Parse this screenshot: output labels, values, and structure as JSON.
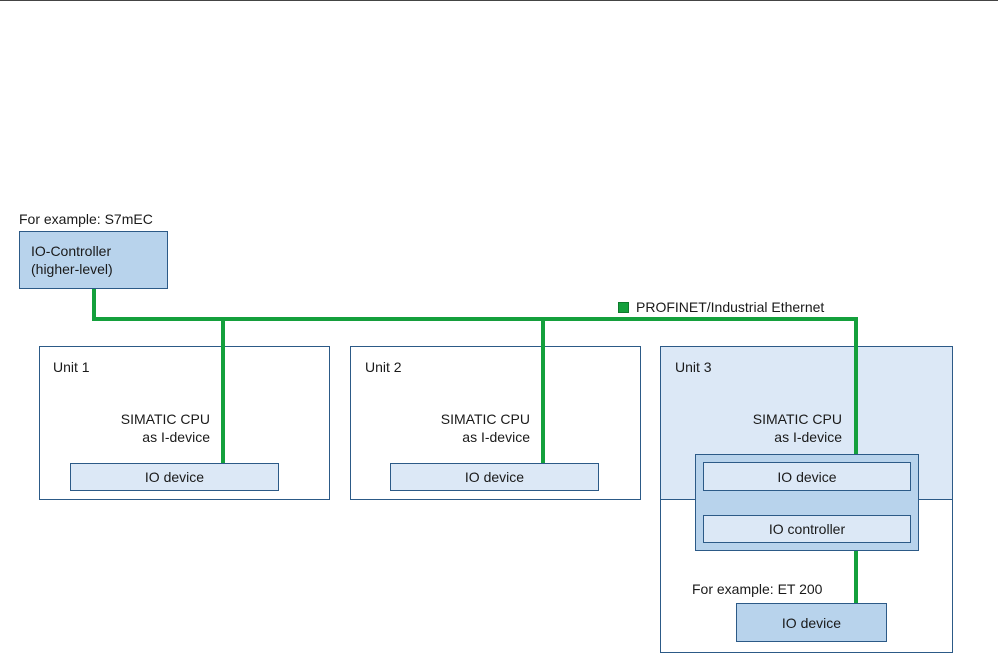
{
  "diagram": {
    "controller_caption": "For example: S7mEC",
    "controller_label_line1": "IO-Controller",
    "controller_label_line2": "(higher-level)",
    "network_legend": "PROFINET/Industrial Ethernet",
    "units": [
      {
        "title": "Unit 1",
        "cpu_line1": "SIMATIC CPU",
        "cpu_line2": "as I-device",
        "io_device": "IO device"
      },
      {
        "title": "Unit 2",
        "cpu_line1": "SIMATIC CPU",
        "cpu_line2": "as I-device",
        "io_device": "IO device"
      },
      {
        "title": "Unit 3",
        "cpu_line1": "SIMATIC CPU",
        "cpu_line2": "as I-device",
        "io_device": "IO device",
        "io_controller": "IO controller",
        "sub_caption": "For example: ET 200",
        "sub_device": "IO device"
      }
    ],
    "colors": {
      "network": "#14a03c",
      "box_fill": "#b8d3ec",
      "light_fill": "#dce8f6",
      "border": "#2c5a87"
    }
  }
}
